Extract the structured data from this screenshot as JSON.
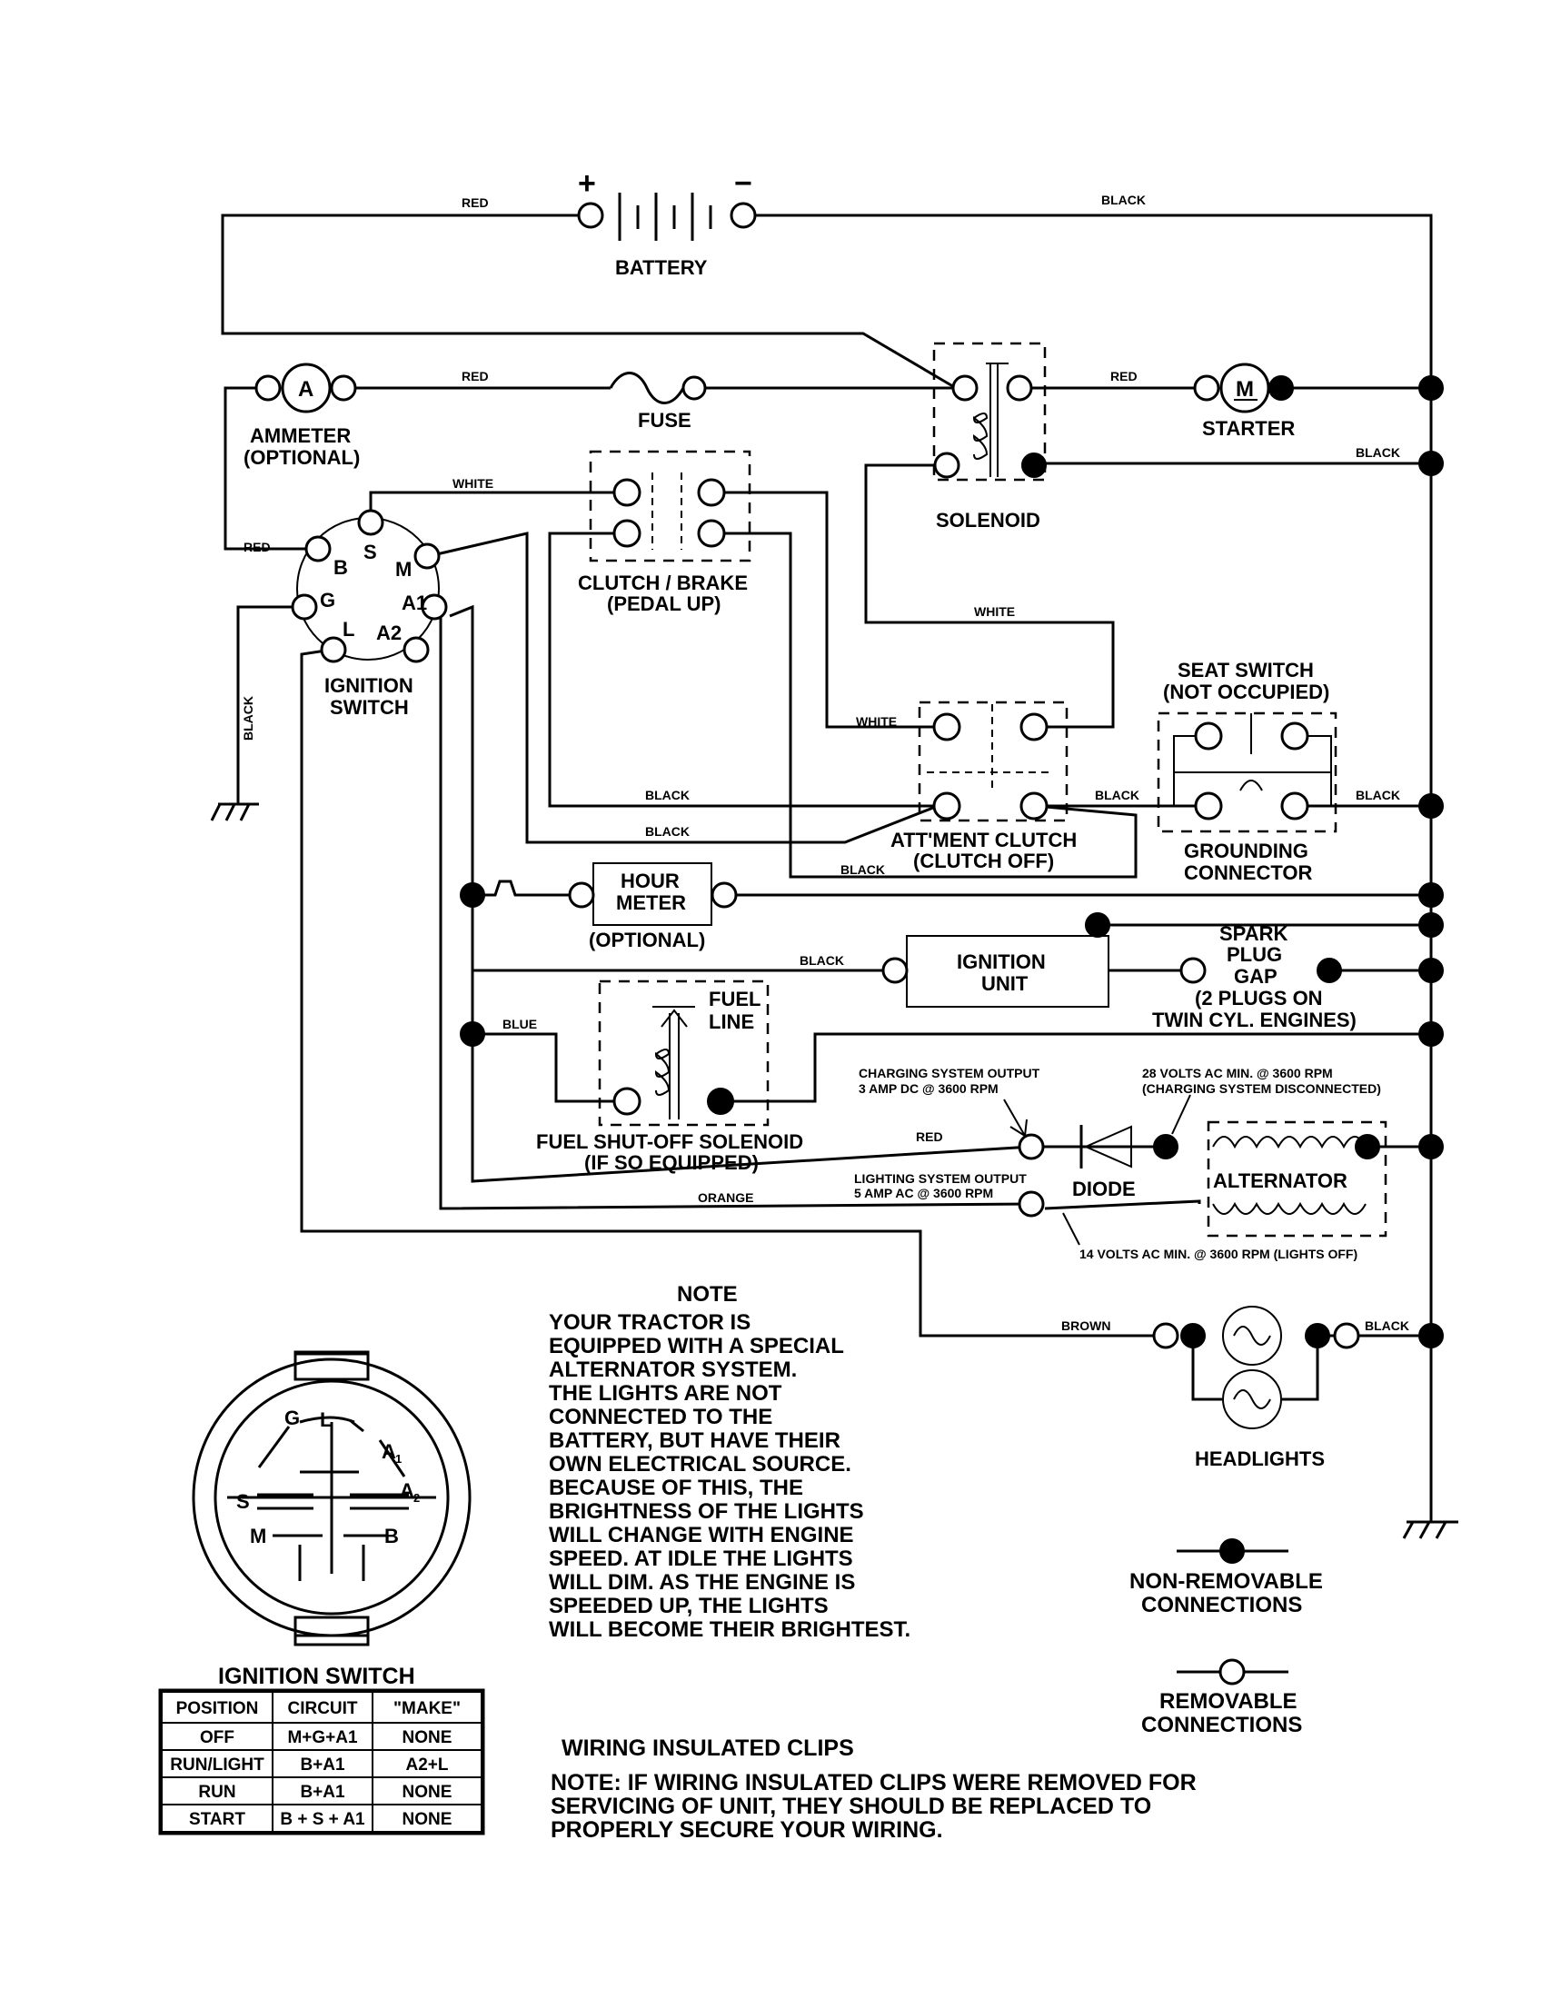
{
  "wire_labels": {
    "red_battery": "RED",
    "black_battery": "BLACK",
    "red_ammeter": "RED",
    "red_starter": "RED",
    "black_solenoid": "BLACK",
    "white_top": "WHITE",
    "red_switch": "RED",
    "white_solenoid": "WHITE",
    "black_vertical": "BLACK",
    "white_clutch": "WHITE",
    "black_att1": "BLACK",
    "black_att2": "BLACK",
    "black_att3": "BLACK",
    "black_seat1": "BLACK",
    "black_seat2": "BLACK",
    "black_ign": "BLACK",
    "blue": "BLUE",
    "red_diode": "RED",
    "orange": "ORANGE",
    "brown": "BROWN",
    "black_head": "BLACK"
  },
  "components": {
    "battery": "BATTERY",
    "battery_plus": "+",
    "battery_minus": "−",
    "ammeter_symbol": "A",
    "ammeter": [
      "AMMETER",
      "(OPTIONAL)"
    ],
    "fuse": "FUSE",
    "starter_symbol": "M",
    "starter": "STARTER",
    "solenoid": "SOLENOID",
    "clutch_brake": [
      "CLUTCH / BRAKE",
      "(PEDAL UP)"
    ],
    "ignition_switch": [
      "IGNITION",
      "SWITCH"
    ],
    "switch_terminals": {
      "b": "B",
      "s": "S",
      "m": "M",
      "g": "G",
      "a1": "A1",
      "l": "L",
      "a2": "A2"
    },
    "seat_switch": [
      "SEAT SWITCH",
      "(NOT OCCUPIED)"
    ],
    "grounding_connector": [
      "GROUNDING",
      "CONNECTOR"
    ],
    "attment_clutch": [
      "ATT'MENT CLUTCH",
      "(CLUTCH OFF)"
    ],
    "hour_meter": [
      "HOUR",
      "METER"
    ],
    "hour_meter_note": "(OPTIONAL)",
    "ignition_unit": [
      "IGNITION",
      "UNIT"
    ],
    "spark_plug": [
      "SPARK",
      "PLUG",
      "GAP",
      "(2 PLUGS ON",
      "TWIN CYL. ENGINES)"
    ],
    "fuel_line": [
      "FUEL",
      "LINE"
    ],
    "fuel_solenoid": [
      "FUEL SHUT-OFF SOLENOID",
      "(IF SO EQUIPPED)"
    ],
    "charging_output": [
      "CHARGING SYSTEM OUTPUT",
      "3 AMP DC @ 3600 RPM"
    ],
    "volts_28": [
      "28 VOLTS AC MIN. @ 3600 RPM",
      "(CHARGING SYSTEM DISCONNECTED)"
    ],
    "lighting_output": [
      "LIGHTING SYSTEM OUTPUT",
      "5 AMP AC @ 3600 RPM"
    ],
    "diode": "DIODE",
    "alternator": "ALTERNATOR",
    "volts_14": "14 VOLTS AC MIN. @ 3600 RPM (LIGHTS OFF)",
    "headlights": "HEADLIGHTS"
  },
  "note": {
    "title": "NOTE",
    "lines": [
      "YOUR TRACTOR IS",
      "EQUIPPED WITH A SPECIAL",
      "ALTERNATOR SYSTEM.",
      "THE LIGHTS ARE NOT",
      "CONNECTED TO THE",
      "BATTERY, BUT HAVE THEIR",
      "OWN ELECTRICAL SOURCE.",
      "BECAUSE OF THIS, THE",
      "BRIGHTNESS OF THE LIGHTS",
      "WILL CHANGE WITH ENGINE",
      "SPEED.  AT IDLE THE LIGHTS",
      "WILL DIM.  AS THE ENGINE IS",
      "SPEEDED UP, THE LIGHTS",
      "WILL BECOME THEIR BRIGHTEST."
    ]
  },
  "legend": {
    "non_removable": [
      "NON-REMOVABLE",
      "CONNECTIONS"
    ],
    "removable": [
      "REMOVABLE",
      "CONNECTIONS"
    ]
  },
  "clips": {
    "title": "WIRING INSULATED CLIPS",
    "lines": [
      "NOTE: IF WIRING INSULATED CLIPS WERE REMOVED FOR",
      "SERVICING OF UNIT, THEY SHOULD BE REPLACED TO",
      "PROPERLY SECURE YOUR WIRING."
    ]
  },
  "switch_face": {
    "title": "IGNITION SWITCH",
    "labels": {
      "g": "G",
      "l": "L",
      "a1": "A",
      "a1_sub": "1",
      "a2": "A",
      "a2_sub": "2",
      "s": "S",
      "m": "M",
      "b": "B"
    }
  },
  "table": {
    "headers": [
      "POSITION",
      "CIRCUIT",
      "\"MAKE\""
    ],
    "rows": [
      [
        "OFF",
        "M+G+A1",
        "NONE"
      ],
      [
        "RUN/LIGHT",
        "B+A1",
        "A2+L"
      ],
      [
        "RUN",
        "B+A1",
        "NONE"
      ],
      [
        "START",
        "B + S + A1",
        "NONE"
      ]
    ]
  }
}
